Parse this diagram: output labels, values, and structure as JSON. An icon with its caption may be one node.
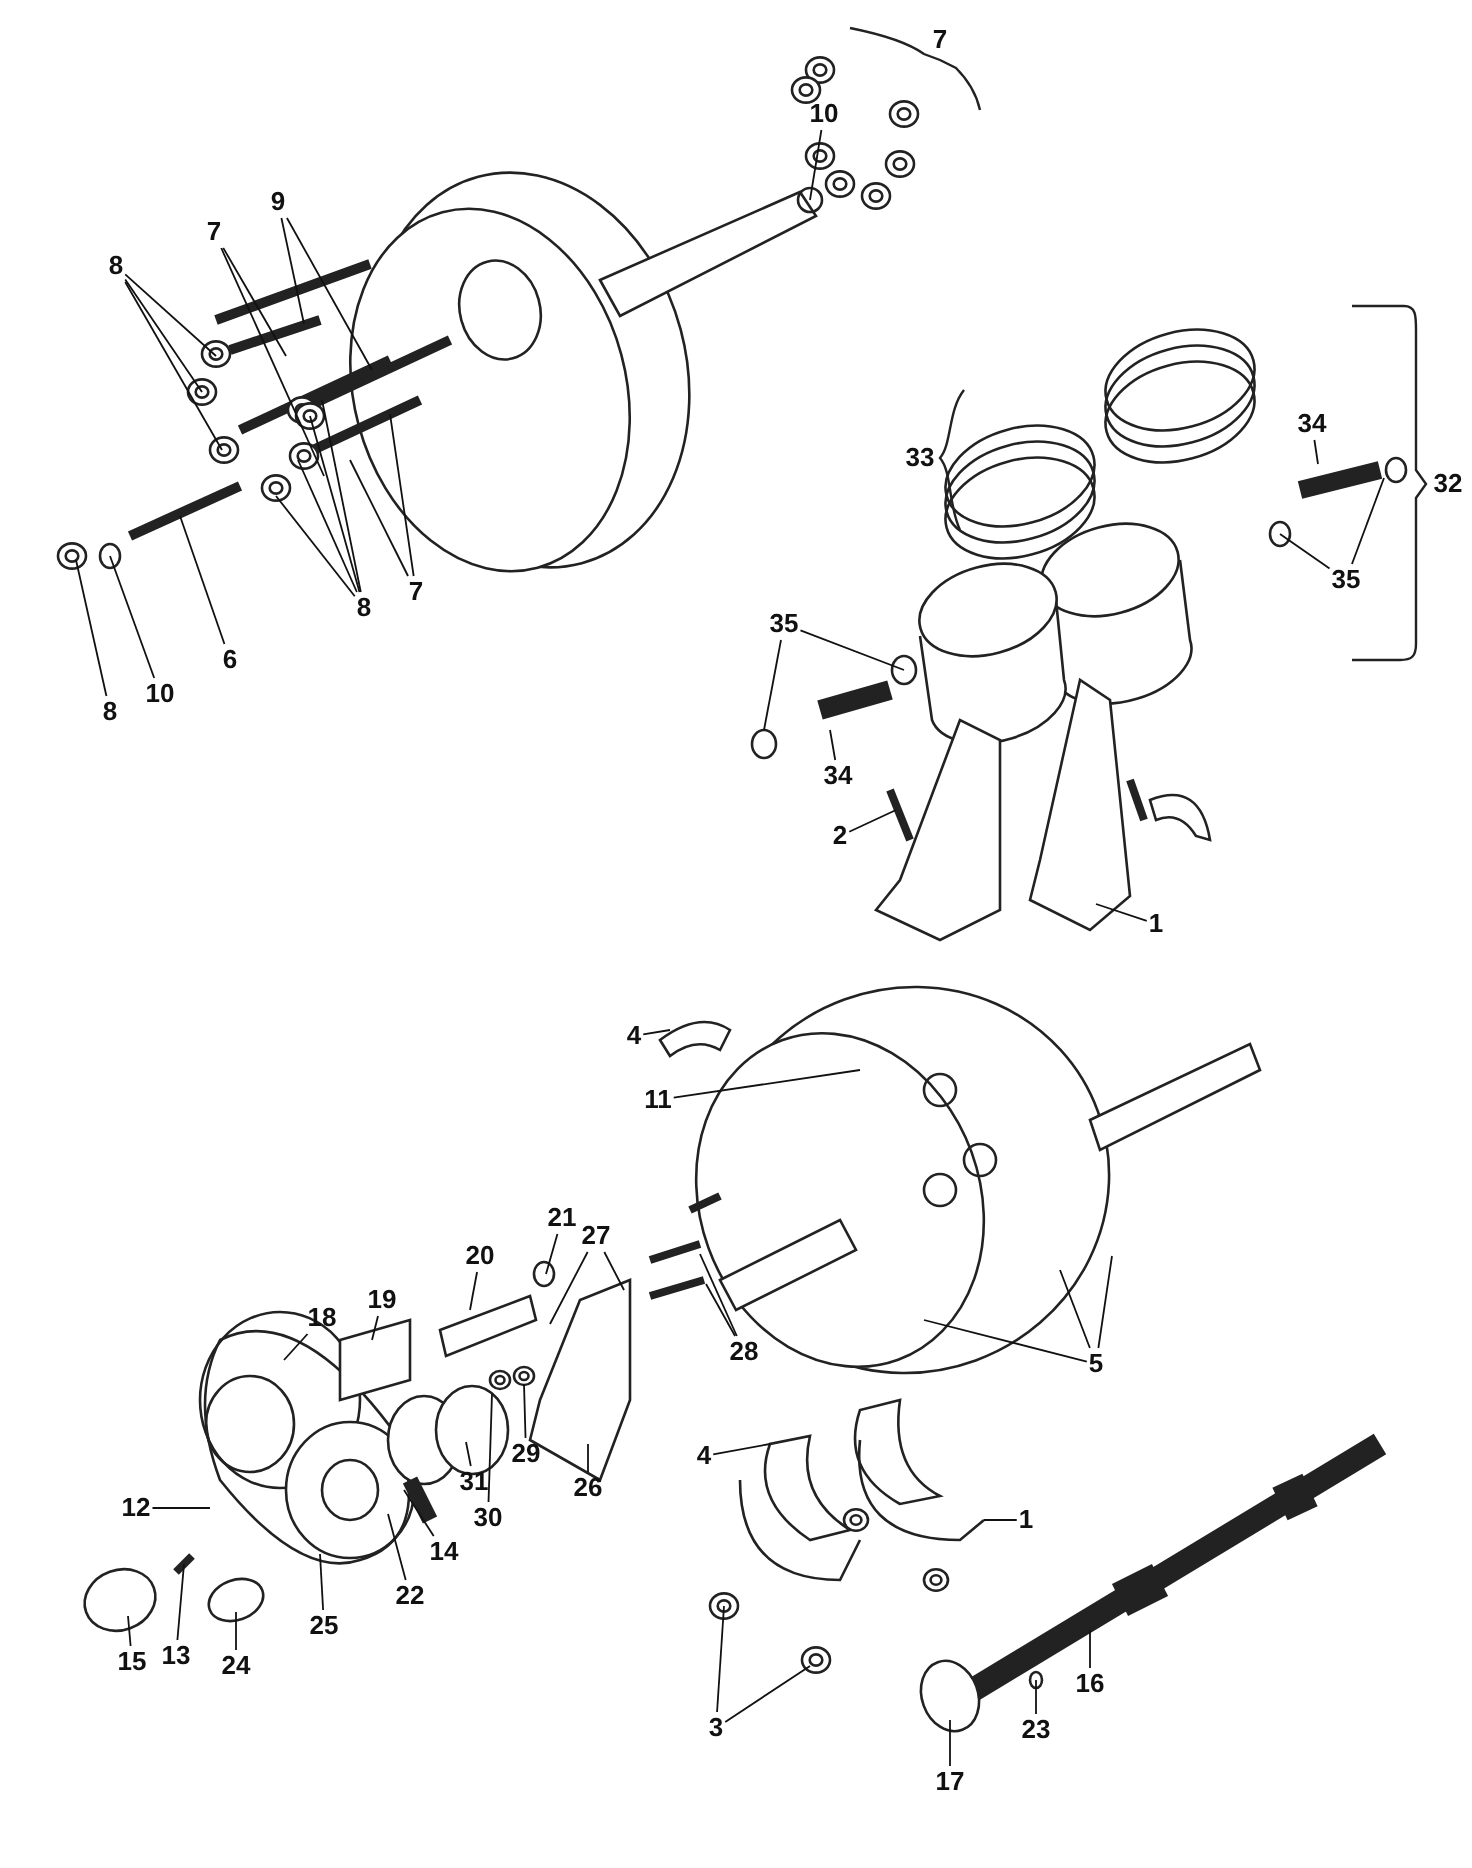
{
  "diagram": {
    "nodes": [
      {
        "text": [
          "10"
        ]
      },
      {
        "text": [
          "9"
        ]
      },
      {
        "text": [
          "7"
        ]
      },
      {
        "text": [
          "8"
        ]
      },
      {
        "text": [
          "8"
        ]
      },
      {
        "text": [
          "7"
        ]
      },
      {
        "text": [
          "8"
        ]
      },
      {
        "text": [
          "10"
        ]
      },
      {
        "text": [
          "6"
        ]
      },
      {
        "text": [
          "34"
        ]
      },
      {
        "text": [
          "35"
        ]
      },
      {
        "text": [
          "35"
        ]
      },
      {
        "text": [
          "34"
        ]
      },
      {
        "text": [
          "2"
        ]
      },
      {
        "text": [
          "1"
        ]
      },
      {
        "text": [
          "4"
        ]
      },
      {
        "text": [
          "11"
        ]
      },
      {
        "text": [
          "5"
        ]
      },
      {
        "text": [
          "28"
        ]
      },
      {
        "text": [
          "21"
        ]
      },
      {
        "text": [
          "20"
        ]
      },
      {
        "text": [
          "27"
        ]
      },
      {
        "text": [
          "19"
        ]
      },
      {
        "text": [
          "18"
        ]
      },
      {
        "text": [
          "29"
        ]
      },
      {
        "text": [
          "30"
        ]
      },
      {
        "text": [
          "31"
        ]
      },
      {
        "text": [
          "26"
        ]
      },
      {
        "text": [
          "14"
        ]
      },
      {
        "text": [
          "12"
        ]
      },
      {
        "text": [
          "22"
        ]
      },
      {
        "text": [
          "25"
        ]
      },
      {
        "text": [
          "4"
        ]
      },
      {
        "text": [
          "1"
        ]
      },
      {
        "text": [
          "15"
        ]
      },
      {
        "text": [
          "13"
        ]
      },
      {
        "text": [
          "24"
        ]
      },
      {
        "text": [
          "3"
        ]
      },
      {
        "text": [
          "16"
        ]
      },
      {
        "text": [
          "23"
        ]
      },
      {
        "text": [
          "17"
        ]
      }
    ],
    "edges": [
      {
        "from": 0,
        "to": null,
        "arrow": "none"
      },
      {
        "from": 1,
        "to": null,
        "arrow": "none"
      },
      {
        "from": 1,
        "to": null,
        "arrow": "none"
      },
      {
        "from": 2,
        "to": null,
        "arrow": "none"
      },
      {
        "from": 2,
        "to": null,
        "arrow": "none"
      },
      {
        "from": 3,
        "to": null,
        "arrow": "none"
      },
      {
        "from": 3,
        "to": null,
        "arrow": "none"
      },
      {
        "from": 3,
        "to": null,
        "arrow": "none"
      },
      {
        "from": 4,
        "to": null,
        "arrow": "none"
      },
      {
        "from": 4,
        "to": null,
        "arrow": "none"
      },
      {
        "from": 4,
        "to": null,
        "arrow": "none"
      },
      {
        "from": 4,
        "to": null,
        "arrow": "none"
      },
      {
        "from": 5,
        "to": null,
        "arrow": "none"
      },
      {
        "from": 5,
        "to": null,
        "arrow": "none"
      },
      {
        "from": 6,
        "to": null,
        "arrow": "none"
      },
      {
        "from": 7,
        "to": null,
        "arrow": "none"
      },
      {
        "from": 8,
        "to": null,
        "arrow": "none"
      },
      {
        "from": 9,
        "to": null,
        "arrow": "none"
      },
      {
        "from": 10,
        "to": null,
        "arrow": "none"
      },
      {
        "from": 10,
        "to": null,
        "arrow": "none"
      },
      {
        "from": 11,
        "to": null,
        "arrow": "none"
      },
      {
        "from": 11,
        "to": null,
        "arrow": "none"
      },
      {
        "from": 12,
        "to": null,
        "arrow": "none"
      },
      {
        "from": 13,
        "to": null,
        "arrow": "none"
      },
      {
        "from": 14,
        "to": null,
        "arrow": "none"
      },
      {
        "from": 15,
        "to": null,
        "arrow": "none"
      },
      {
        "from": 16,
        "to": null,
        "arrow": "none"
      },
      {
        "from": 17,
        "to": null,
        "arrow": "none"
      },
      {
        "from": 17,
        "to": null,
        "arrow": "none"
      },
      {
        "from": 17,
        "to": null,
        "arrow": "none"
      },
      {
        "from": 18,
        "to": null,
        "arrow": "none"
      },
      {
        "from": 18,
        "to": null,
        "arrow": "none"
      },
      {
        "from": 19,
        "to": null,
        "arrow": "none"
      },
      {
        "from": 20,
        "to": null,
        "arrow": "none"
      },
      {
        "from": 21,
        "to": null,
        "arrow": "none"
      },
      {
        "from": 21,
        "to": null,
        "arrow": "none"
      },
      {
        "from": 22,
        "to": null,
        "arrow": "none"
      },
      {
        "from": 23,
        "to": null,
        "arrow": "none"
      },
      {
        "from": 24,
        "to": null,
        "arrow": "none"
      },
      {
        "from": 25,
        "to": null,
        "arrow": "none"
      },
      {
        "from": 26,
        "to": null,
        "arrow": "none"
      },
      {
        "from": 27,
        "to": null,
        "arrow": "none"
      },
      {
        "from": 28,
        "to": null,
        "arrow": "none"
      },
      {
        "from": 29,
        "to": null,
        "arrow": "none"
      },
      {
        "from": 30,
        "to": null,
        "arrow": "none"
      },
      {
        "from": 31,
        "to": null,
        "arrow": "none"
      },
      {
        "from": 32,
        "to": null,
        "arrow": "none"
      },
      {
        "from": 33,
        "to": null,
        "arrow": "none"
      },
      {
        "from": 34,
        "to": null,
        "arrow": "none"
      },
      {
        "from": 35,
        "to": null,
        "arrow": "none"
      },
      {
        "from": 36,
        "to": null,
        "arrow": "none"
      },
      {
        "from": 37,
        "to": null,
        "arrow": "none"
      },
      {
        "from": 37,
        "to": null,
        "arrow": "none"
      },
      {
        "from": 38,
        "to": null,
        "arrow": "none"
      },
      {
        "from": 39,
        "to": null,
        "arrow": "none"
      },
      {
        "from": 40,
        "to": null,
        "arrow": "none"
      }
    ],
    "labels": [
      "7",
      "33",
      "32"
    ]
  }
}
